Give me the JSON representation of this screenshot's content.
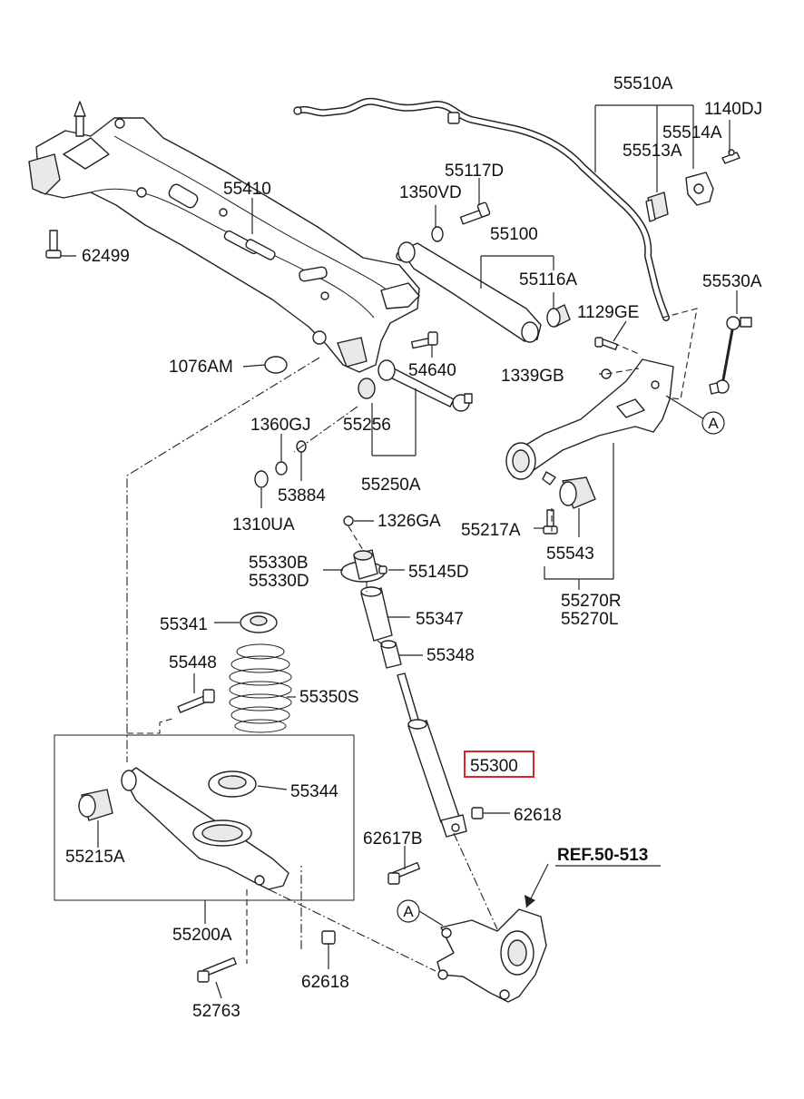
{
  "labels": {
    "p55510A": "55510A",
    "p1140DJ": "1140DJ",
    "p55514A": "55514A",
    "p55513A": "55513A",
    "p55117D": "55117D",
    "p1350VD": "1350VD",
    "p55410": "55410",
    "p62499": "62499",
    "p55100": "55100",
    "p55116A": "55116A",
    "p55530A": "55530A",
    "p1129GE": "1129GE",
    "p1339GB": "1339GB",
    "p1076AM": "1076AM",
    "p54640": "54640",
    "p1360GJ": "1360GJ",
    "p55256": "55256",
    "p53884": "53884",
    "p55250A": "55250A",
    "p1310UA": "1310UA",
    "p1326GA": "1326GA",
    "p55217A": "55217A",
    "p55330B": "55330B",
    "p55330D": "55330D",
    "p55145D": "55145D",
    "p55543": "55543",
    "p55270R": "55270R",
    "p55270L": "55270L",
    "p55341": "55341",
    "p55347": "55347",
    "p55348": "55348",
    "p55448": "55448",
    "p55350S": "55350S",
    "p55300": "55300",
    "p55344": "55344",
    "p62618a": "62618",
    "p62617B": "62617B",
    "p55215A": "55215A",
    "ref": "REF.50-513",
    "p55200A": "55200A",
    "p62618b": "62618",
    "p52763": "52763",
    "markerA1": "A",
    "markerA2": "A"
  },
  "highlight": {
    "part": "55300",
    "color": "#d9262b"
  }
}
